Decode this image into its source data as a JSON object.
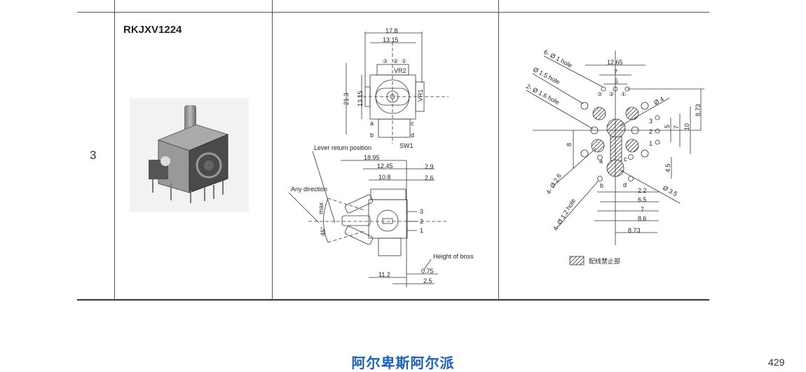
{
  "row": {
    "number": "3",
    "model": "RKJXV1224"
  },
  "top_view": {
    "dims": [
      "17.8",
      "13.15",
      "21.3",
      "13.15"
    ],
    "pin_marks": [
      "③",
      "②",
      "①"
    ],
    "labels": {
      "vr2": "VR2",
      "vr1": "VR1",
      "sw1": "SW1",
      "a": "a",
      "b": "b",
      "c": "c",
      "d": "d"
    }
  },
  "side_view": {
    "lever_return": "Lever return position",
    "any_direction": "Any direction",
    "max": "max.",
    "angle": "46°",
    "height_of_boss": "Height of boss",
    "dims": [
      "18.95",
      "12.45",
      "10.8",
      "2.9",
      "2.6",
      "11.2",
      "0.75",
      "2.5"
    ],
    "pins": [
      "3",
      "2",
      "1"
    ]
  },
  "pcb_layout": {
    "callouts": [
      "6- Ø 1 hole",
      "Ø 1.5  hole",
      "2- Ø 1.6  hole",
      "Ø 4",
      "4- Ø 2.6",
      "Ø 3.5",
      "4- Ø 1.2  hole"
    ],
    "top_dims": [
      "12.65",
      "7",
      "5"
    ],
    "pin_marks": [
      "③",
      "②",
      "①"
    ],
    "right_pins": [
      "3",
      "2",
      "1"
    ],
    "right_dims": [
      "5",
      "7",
      "10",
      "8.73",
      "4.5"
    ],
    "left_dims": [
      "8"
    ],
    "bottom_dims": [
      "2.2",
      "6.5",
      "7",
      "8.6",
      "8.73"
    ],
    "labels": {
      "a": "a",
      "b": "b",
      "c": "c",
      "d": "d"
    },
    "legend": "配线禁止部"
  },
  "footer": {
    "brand": "阿尔卑斯阿尔派",
    "page": "429"
  }
}
